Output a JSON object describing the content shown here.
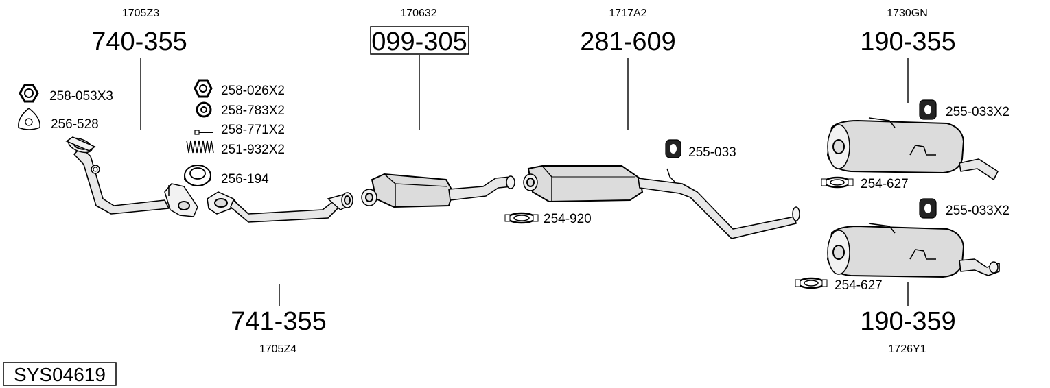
{
  "system_code": "SYS04619",
  "assemblies": [
    {
      "id": "front-pipe",
      "part_number": "740-355",
      "ref_code": "1705Z3",
      "boxed": false
    },
    {
      "id": "catalyst",
      "part_number": "099-305",
      "ref_code": "170632",
      "boxed": true
    },
    {
      "id": "centre-silencer",
      "part_number": "281-609",
      "ref_code": "1717A2",
      "boxed": false
    },
    {
      "id": "rear-silencer-upper",
      "part_number": "190-355",
      "ref_code": "1730GN",
      "boxed": false
    },
    {
      "id": "intermediate-pipe",
      "part_number": "741-355",
      "ref_code": "1705Z4",
      "boxed": false
    },
    {
      "id": "rear-silencer-lower",
      "part_number": "190-359",
      "ref_code": "1726Y1",
      "boxed": false
    }
  ],
  "fittings": [
    {
      "id": "nut-large",
      "label": "258-053X3",
      "icon": "hex-nut-icon"
    },
    {
      "id": "gasket-triangle",
      "label": "256-528",
      "icon": "flange-gasket-icon"
    },
    {
      "id": "nut-small",
      "label": "258-026X2",
      "icon": "hex-nut-icon"
    },
    {
      "id": "washer",
      "label": "258-783X2",
      "icon": "washer-icon"
    },
    {
      "id": "bolt",
      "label": "258-771X2",
      "icon": "bolt-icon"
    },
    {
      "id": "spring",
      "label": "251-932X2",
      "icon": "spring-icon"
    },
    {
      "id": "ring-gasket",
      "label": "256-194",
      "icon": "ring-gasket-icon"
    },
    {
      "id": "clamp-centre",
      "label": "254-920",
      "icon": "clamp-icon"
    },
    {
      "id": "hanger-centre",
      "label": "255-033",
      "icon": "rubber-hanger-icon"
    },
    {
      "id": "hanger-upper",
      "label": "255-033X2",
      "icon": "rubber-hanger-icon"
    },
    {
      "id": "clamp-upper",
      "label": "254-627",
      "icon": "clamp-icon"
    },
    {
      "id": "hanger-lower",
      "label": "255-033X2",
      "icon": "rubber-hanger-icon"
    },
    {
      "id": "clamp-lower",
      "label": "254-627",
      "icon": "clamp-icon"
    }
  ]
}
